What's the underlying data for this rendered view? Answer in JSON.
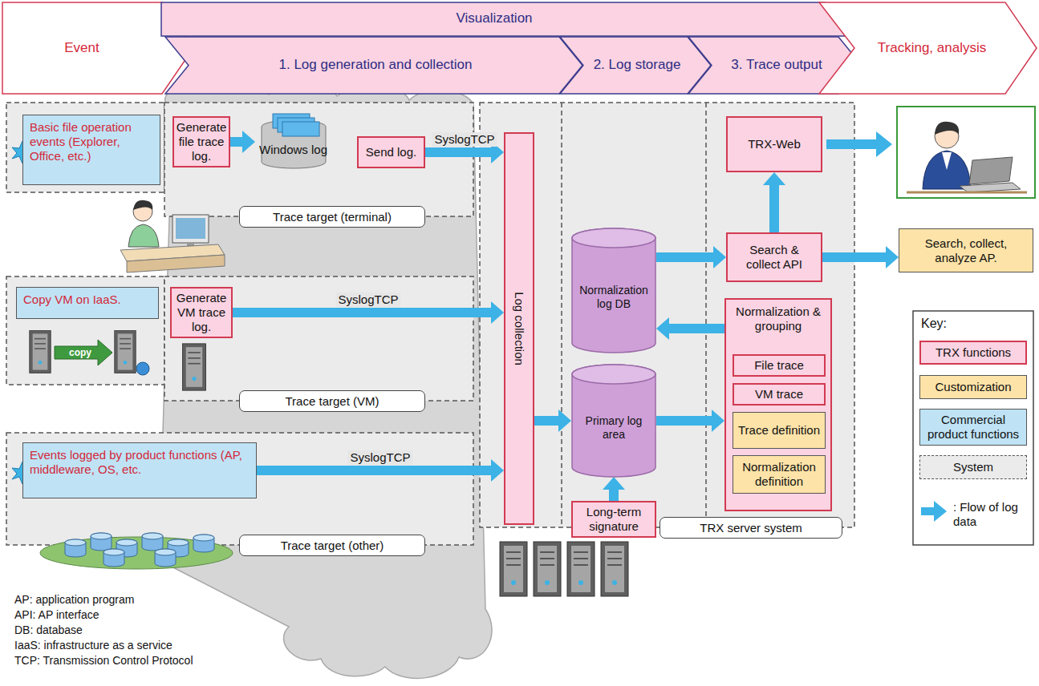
{
  "diagram": {
    "nodes": [
      {
        "text": [
          "Event"
        ]
      },
      {
        "text": [
          "Visualization"
        ]
      },
      {
        "text": [
          "1. Log generation and collection"
        ]
      },
      {
        "text": [
          "2. Log storage"
        ]
      },
      {
        "text": [
          "3. Trace output"
        ]
      },
      {
        "text": [
          "Tracking, analysis"
        ]
      },
      {
        "text": [
          "Basic file operation events (Explorer, Office, etc.)"
        ]
      },
      {
        "text": [
          "Generate file trace log."
        ]
      },
      {
        "text": [
          "Windows log"
        ]
      },
      {
        "text": [
          "Send log."
        ]
      },
      {
        "text": [
          "Trace target (terminal)"
        ]
      },
      {
        "text": [
          "Copy VM on IaaS."
        ]
      },
      {
        "text": [
          "Generate VM trace log."
        ]
      },
      {
        "text": [
          "Trace target (VM)"
        ]
      },
      {
        "text": [
          "Events logged by product functions (AP, middleware, OS, etc."
        ]
      },
      {
        "text": [
          "Trace target (other)"
        ]
      },
      {
        "text": [
          "Log collection"
        ]
      },
      {
        "text": [
          "Normalization log DB"
        ]
      },
      {
        "text": [
          "Primary log area"
        ]
      },
      {
        "text": [
          "Long-term signature"
        ]
      },
      {
        "text": [
          "TRX-Web"
        ]
      },
      {
        "text": [
          "Search & collect API"
        ]
      },
      {
        "text": [
          "Normalization & grouping"
        ]
      },
      {
        "text": [
          "File trace"
        ],
        "in": 22
      },
      {
        "text": [
          "VM trace"
        ],
        "in": 22
      },
      {
        "text": [
          "Trace definition"
        ],
        "in": 22
      },
      {
        "text": [
          "Normalization definition"
        ],
        "in": 22
      },
      {
        "text": [
          "TRX server system"
        ]
      },
      {
        "text": [
          "Search, collect, analyze AP."
        ]
      }
    ],
    "edges": [
      {
        "from": 7,
        "to": 8,
        "arrow": "to"
      },
      {
        "from": 9,
        "to": 16,
        "label": "SyslogTCP",
        "arrow": "to"
      },
      {
        "from": 12,
        "to": 16,
        "label": "SyslogTCP",
        "arrow": "to"
      },
      {
        "from": 14,
        "to": 16,
        "label": "SyslogTCP",
        "arrow": "to"
      },
      {
        "from": 16,
        "to": 18,
        "arrow": "to"
      },
      {
        "from": 19,
        "to": 18,
        "arrow": "to"
      },
      {
        "from": 18,
        "to": 22,
        "arrow": "to"
      },
      {
        "from": 22,
        "to": 17,
        "arrow": "to"
      },
      {
        "from": 17,
        "to": 21,
        "arrow": "to"
      },
      {
        "from": 21,
        "to": 20,
        "arrow": "to"
      },
      {
        "from": 21,
        "to": 28,
        "arrow": "to"
      }
    ],
    "labels": [
      "copy",
      "Key:",
      "AP: application program",
      "API: AP interface",
      "DB: database",
      "IaaS: infrastructure as a service",
      "TCP: Transmission Control Protocol"
    ],
    "legend": [
      {
        "text": "TRX functions",
        "color": "#fbd3e2"
      },
      {
        "text": "Customization",
        "color": "#fde3a8"
      },
      {
        "text": "Commercial product functions",
        "color": "#bfe3f5"
      },
      {
        "text": "System",
        "color": "#ebebeb"
      },
      {
        "text": ": Flow of log data"
      }
    ]
  }
}
